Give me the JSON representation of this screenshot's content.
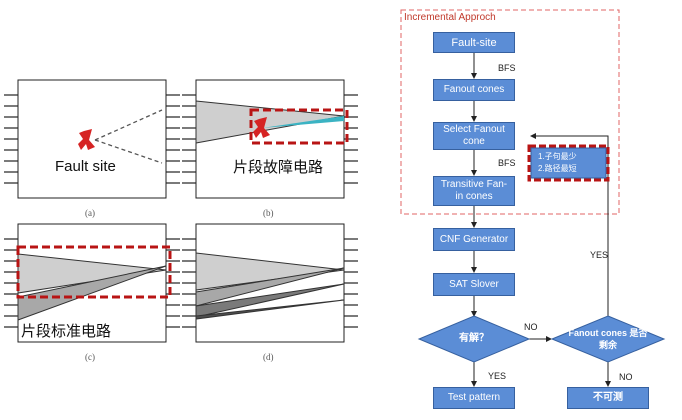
{
  "panels": {
    "a": {
      "caption": "(a)",
      "label": "Fault site"
    },
    "b": {
      "caption": "(b)",
      "label": "片段故障电路"
    },
    "c": {
      "caption": "(c)",
      "label": "片段标准电路"
    },
    "d": {
      "caption": "(d)"
    }
  },
  "flow": {
    "group_title": "Incremental Approch",
    "fault_site": "Fault-site",
    "fanout_cones": "Fanout cones",
    "select_fanout_cone": "Select Fanout cone",
    "transitive_fanin": "Transitive Fan-in cones",
    "cnf_generator": "CNF Generator",
    "sat_solver": "SAT Slover",
    "has_solution": "有解？",
    "remaining_cones": "Fanout cones 是否剩余",
    "test_pattern": "Test pattern",
    "untestable": "不可测",
    "note_line1": "1.子句最少",
    "note_line2": "2.路径最短",
    "bfs_1": "BFS",
    "bfs_2": "BFS",
    "no_1": "NO",
    "no_2": "NO",
    "yes_1": "YES",
    "yes_2": "YES"
  },
  "colors": {
    "flow_box": "#5b8dd6",
    "dashed_red": "#e06666",
    "highlight_red": "#b81414",
    "fault_mark": "#d62424",
    "cyan_path": "#3bb3c3"
  }
}
